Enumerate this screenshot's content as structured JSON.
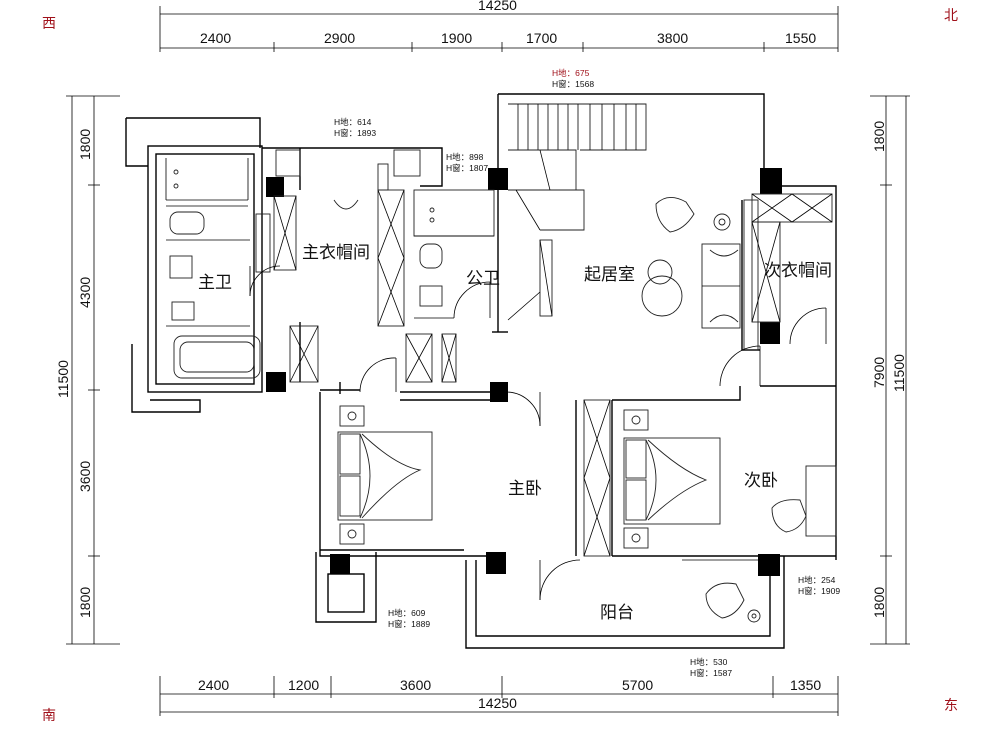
{
  "compass": {
    "west": "西",
    "north": "北",
    "south": "南",
    "east": "东"
  },
  "colors": {
    "direction_text": "#a0101a",
    "h_highlight": "#a0101a",
    "line": "#000000"
  },
  "top_dims": {
    "total": "14250",
    "segments": [
      "2400",
      "2900",
      "1900",
      "1700",
      "3800",
      "1550"
    ]
  },
  "bottom_dims": {
    "total": "14250",
    "segments": [
      "2400",
      "1200",
      "3600",
      "5700",
      "1350"
    ]
  },
  "left_dims": {
    "total": "11500",
    "segments": [
      "1800",
      "4300",
      "3600",
      "1800"
    ]
  },
  "right_dims": {
    "total": "11500",
    "segments": [
      "1800",
      "7900",
      "1800"
    ]
  },
  "rooms": {
    "master_bath": "主卫",
    "master_closet": "主衣帽间",
    "public_bath": "公卫",
    "living": "起居室",
    "second_closet": "次衣帽间",
    "master_bedroom": "主卧",
    "second_bedroom": "次卧",
    "balcony": "阳台"
  },
  "heights": {
    "top_center": {
      "floor": "H地：675",
      "window": "H窗：1568"
    },
    "closet": {
      "floor": "H地：614",
      "window": "H窗：1893"
    },
    "public_bath": {
      "floor": "H地：898",
      "window": "H窗：1807"
    },
    "right": {
      "floor": "H地：254",
      "window": "H窗：1909"
    },
    "bottom_left": {
      "floor": "H地：609",
      "window": "H窗：1889"
    },
    "bottom_right": {
      "floor": "H地：530",
      "window": "H窗：1587"
    }
  }
}
